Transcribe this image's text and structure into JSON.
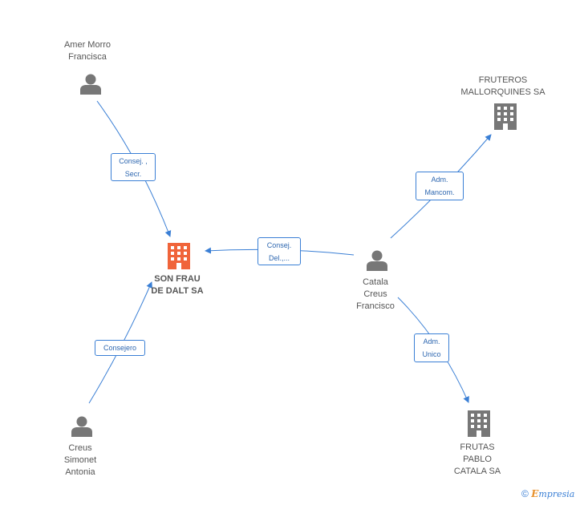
{
  "nodes": {
    "amer": {
      "name_lines": [
        "Amer Morro",
        "Francisca"
      ],
      "type": "person"
    },
    "fruteros": {
      "name_lines": [
        "FRUTEROS",
        "MALLORQUINES SA"
      ],
      "type": "company"
    },
    "sonfrau": {
      "name_lines": [
        "SON FRAU",
        "DE DALT SA"
      ],
      "type": "company",
      "focal": true
    },
    "catala": {
      "name_lines": [
        "Catala",
        "Creus",
        "Francisco"
      ],
      "type": "person"
    },
    "creus": {
      "name_lines": [
        "Creus",
        "Simonet",
        "Antonia"
      ],
      "type": "person"
    },
    "frutas": {
      "name_lines": [
        "FRUTAS",
        "PABLO",
        "CATALA SA"
      ],
      "type": "company"
    }
  },
  "edges": {
    "amer_sonfrau": {
      "label_lines": [
        "Consej. ,",
        "Secr."
      ]
    },
    "catala_fruteros": {
      "label_lines": [
        "Adm.",
        "Mancom."
      ]
    },
    "catala_sonfrau": {
      "label_lines": [
        "Consej.",
        "Del.,..."
      ]
    },
    "creus_sonfrau": {
      "label_lines": [
        "Consejero"
      ]
    },
    "catala_frutas": {
      "label_lines": [
        "Adm.",
        "Unico"
      ]
    }
  },
  "footer": {
    "copyright": "©",
    "brand_first": "E",
    "brand_rest": "mpresia"
  },
  "colors": {
    "edge": "#3a7fd5",
    "person_icon": "#777777",
    "company_icon": "#777777",
    "focal_icon": "#f0643a"
  }
}
